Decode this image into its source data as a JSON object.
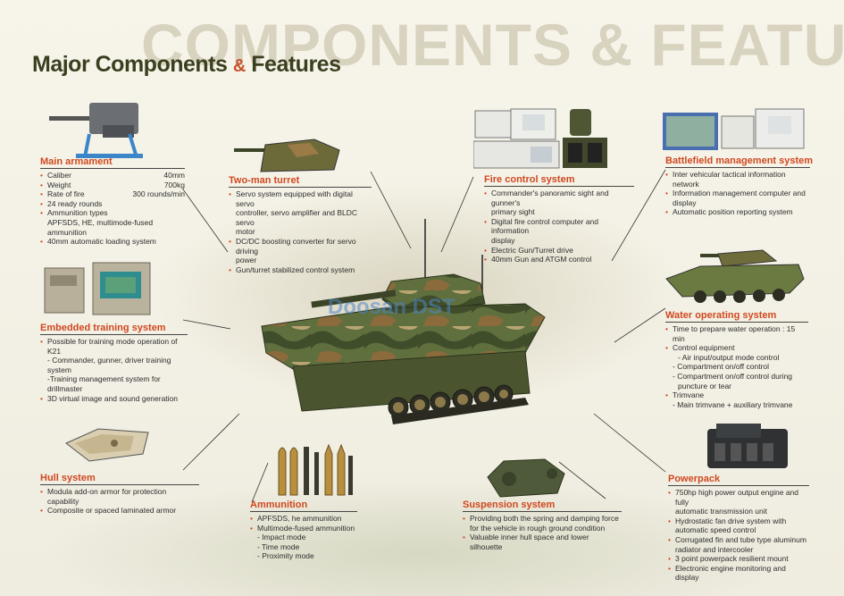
{
  "background_title": "COMPONENTS & FEATURES",
  "title": {
    "main": "Major Components",
    "amp": "&",
    "end": "Features"
  },
  "watermark": "Doosan DST",
  "sections": {
    "main_armament": {
      "title": "Main armament",
      "items": [
        {
          "label": "Caliber",
          "value": "40mm"
        },
        {
          "label": "Weight",
          "value": "700kg"
        },
        {
          "label": "Rate of fire",
          "value": "300 rounds/min"
        }
      ],
      "lines": [
        "24 ready rounds",
        "Ammunition types",
        "APFSDS, HE, multimode-fused ammunition",
        "40mm automatic loading system"
      ]
    },
    "two_man_turret": {
      "title": "Two-man turret",
      "lines": [
        "Servo system equipped with digital servo",
        "controller, servo amplifier and BLDC servo",
        "motor",
        "DC/DC boosting converter for servo driving",
        "power",
        "Gun/turret stabilized control system"
      ]
    },
    "fire_control": {
      "title": "Fire control system",
      "lines": [
        "Commander's panoramic sight and gunner's",
        "primary sight",
        "Digital fire control computer and information",
        "display",
        "Electric Gun/Turret drive",
        "40mm Gun and ATGM control"
      ]
    },
    "battlefield": {
      "title": "Battlefield management system",
      "lines": [
        "Inter vehicular tactical information network",
        "Information management computer and",
        "display",
        "Automatic position reporting system"
      ]
    },
    "embedded_training": {
      "title": "Embedded training system",
      "lines": [
        "Possible for training mode operation of K21",
        "- Commander, gunner, driver training system",
        "-Training management system for drillmaster",
        "3D virtual image and sound generation"
      ]
    },
    "water_operating": {
      "title": "Water operating system",
      "lines": [
        "Time to prepare water operation : 15 min",
        "Control equipment",
        "- Air input/output mode control",
        "- Compartment on/off control",
        "- Compartment on/off control during",
        "puncture or tear",
        "Trimvane",
        "- Main trimvane + auxiliary trimvane"
      ]
    },
    "hull": {
      "title": "Hull system",
      "lines": [
        "Modula add-on armor for protection capability",
        "Composite or spaced laminated armor"
      ]
    },
    "ammunition": {
      "title": "Ammunition",
      "lines": [
        "APFSDS, he ammunition",
        "Multimode-fused ammunition",
        "- Impact mode",
        "- Time mode",
        "- Proximity mode"
      ]
    },
    "suspension": {
      "title": "Suspension system",
      "lines": [
        "Providing both the spring and damping force",
        "for the vehicle in rough ground condition",
        "Valuable inner hull space and lower silhouette"
      ]
    },
    "powerpack": {
      "title": "Powerpack",
      "lines": [
        "750hp high power output engine and fully",
        "automatic transmission unit",
        "Hydrostatic fan drive system with",
        "automatic speed control",
        "Corrugated fin and tube type aluminum",
        "radiator and intercooler",
        "3 point powerpack resilient mount",
        "Electronic engine monitoring and display"
      ]
    }
  }
}
